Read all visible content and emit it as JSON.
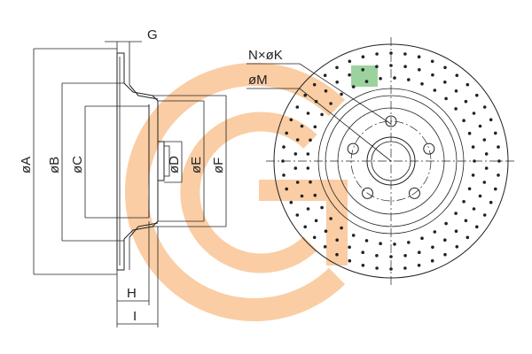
{
  "labels": {
    "dim_a": "øA",
    "dim_b": "øB",
    "dim_c": "øC",
    "dim_d": "øD",
    "dim_e": "øE",
    "dim_f": "øF",
    "dim_g": "G",
    "dim_h": "H",
    "dim_i": "I",
    "dim_nk": "N×øK",
    "dim_m": "øM"
  },
  "colors": {
    "line": "#222222",
    "watermark_orange": "#f7a65a",
    "watermark_green": "#4caf50"
  },
  "disc": {
    "bolt_holes": 5
  }
}
